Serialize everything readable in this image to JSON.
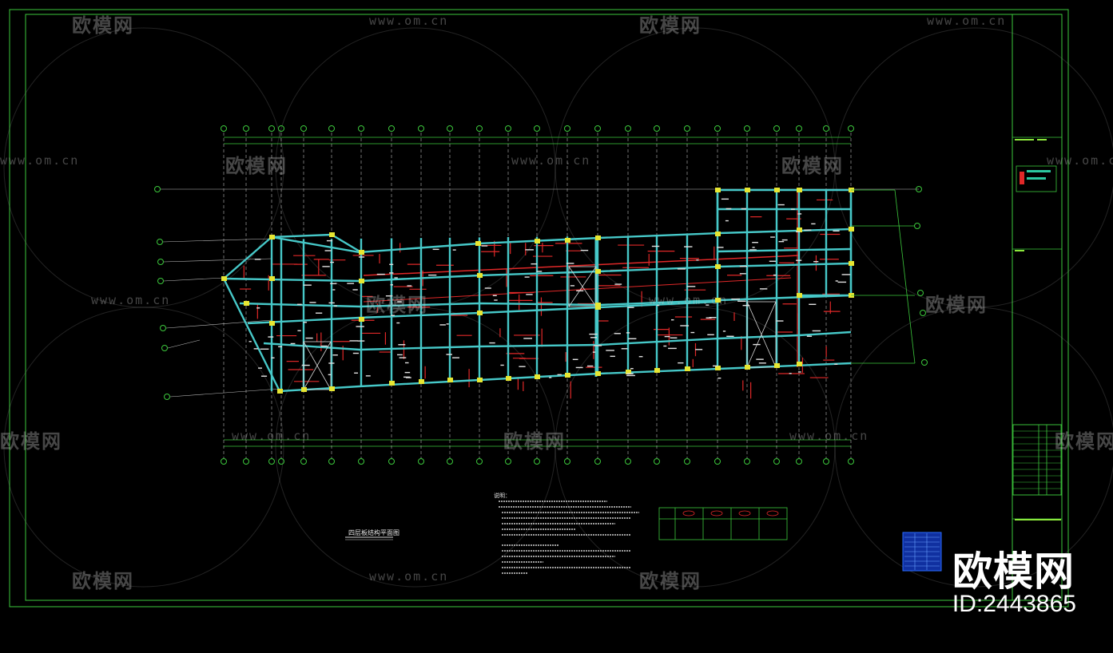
{
  "watermark": {
    "brand_text": "欧模网",
    "url_text": "www.om.cn"
  },
  "brand_overlay": {
    "name": "欧模网",
    "id_text": "ID:2443865"
  },
  "drawing": {
    "title": "四层板结构平面图",
    "notes_heading": "说明："
  },
  "colors": {
    "background": "#000000",
    "frame": "#3cc83c",
    "beam": "#46c8c8",
    "axis": "#d8d8d8",
    "rebar": "#e02828",
    "column": "#e6e632",
    "table_border": "#3cc83c",
    "stamp": "#2a6cff"
  }
}
